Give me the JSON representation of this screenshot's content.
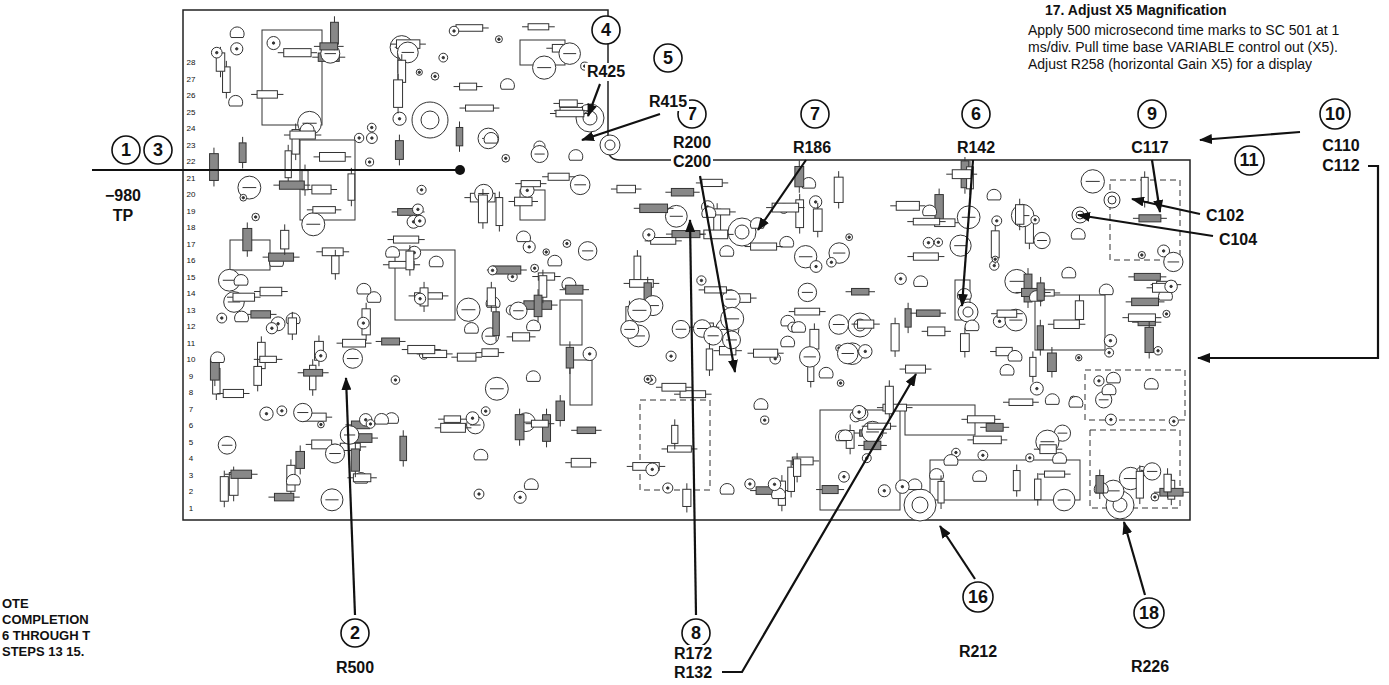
{
  "diagram": {
    "nodes": [
      {
        "text": [
          "4"
        ]
      },
      {
        "text": [
          "5"
        ]
      },
      {
        "text": [
          "7"
        ]
      },
      {
        "text": [
          "7"
        ]
      },
      {
        "text": [
          "6"
        ]
      },
      {
        "text": [
          "9"
        ]
      },
      {
        "text": [
          "10"
        ]
      },
      {
        "text": [
          "1"
        ]
      },
      {
        "text": [
          "3"
        ]
      },
      {
        "text": [
          "11"
        ]
      },
      {
        "text": [
          "16"
        ]
      },
      {
        "text": [
          "18"
        ]
      },
      {
        "text": [
          "2"
        ]
      },
      {
        "text": [
          "8"
        ]
      }
    ],
    "labels": [
      "17. Adjust X5 Magnification",
      "Apply 500 microsecond time marks to SC 501 at 1 ms/div. Pull time base VARIABLE control out (X5). Adjust R258 (horizontal Gain X5) for a display",
      "R425",
      "R415",
      "R200",
      "C200",
      "R186",
      "R142",
      "C117",
      "C110",
      "C112",
      "C102",
      "C104",
      "−980",
      "TP",
      "OTE COMPLETION 6 THROUGH T STEPS 13 15.",
      "R500",
      "R172",
      "R132",
      "R212",
      "R226",
      "1",
      "2",
      "3",
      "4",
      "5",
      "6",
      "7",
      "8",
      "9",
      "10",
      "11",
      "12",
      "13",
      "14",
      "15",
      "16",
      "17",
      "18",
      "19",
      "20",
      "21",
      "22",
      "23",
      "24",
      "25",
      "26",
      "27",
      "28"
    ]
  }
}
